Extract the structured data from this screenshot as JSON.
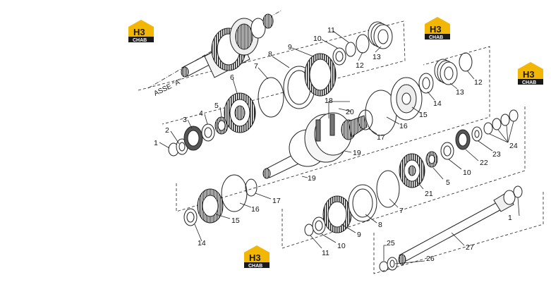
{
  "diagram": {
    "axis_label": "ASSE \"A\"",
    "brand": {
      "mark": "H3",
      "name": "CHAB",
      "color_gold": "#f2b705",
      "color_dark": "#1a1a1a"
    },
    "logos": [
      {
        "id": "logo-1"
      },
      {
        "id": "logo-2"
      },
      {
        "id": "logo-3"
      },
      {
        "id": "logo-4"
      }
    ],
    "callouts": [
      {
        "id": "c1",
        "text": "1"
      },
      {
        "id": "c2",
        "text": "2"
      },
      {
        "id": "c3",
        "text": "3"
      },
      {
        "id": "c4",
        "text": "4"
      },
      {
        "id": "c5",
        "text": "5"
      },
      {
        "id": "c6",
        "text": "6"
      },
      {
        "id": "c7",
        "text": "7"
      },
      {
        "id": "c8",
        "text": "8"
      },
      {
        "id": "c9",
        "text": "9"
      },
      {
        "id": "c10",
        "text": "10"
      },
      {
        "id": "c11",
        "text": "11"
      },
      {
        "id": "c12",
        "text": "12"
      },
      {
        "id": "c13",
        "text": "13"
      },
      {
        "id": "c12b",
        "text": "12"
      },
      {
        "id": "c13b",
        "text": "13"
      },
      {
        "id": "c14",
        "text": "14"
      },
      {
        "id": "c15",
        "text": "15"
      },
      {
        "id": "c16",
        "text": "16"
      },
      {
        "id": "c17",
        "text": "17"
      },
      {
        "id": "c18",
        "text": "18"
      },
      {
        "id": "c20",
        "text": "20"
      },
      {
        "id": "c19",
        "text": "19"
      },
      {
        "id": "c19b",
        "text": "19"
      },
      {
        "id": "c17b",
        "text": "17"
      },
      {
        "id": "c16b",
        "text": "16"
      },
      {
        "id": "c15b",
        "text": "15"
      },
      {
        "id": "c14b",
        "text": "14"
      },
      {
        "id": "c21",
        "text": "21"
      },
      {
        "id": "c5b",
        "text": "5"
      },
      {
        "id": "c10b",
        "text": "10"
      },
      {
        "id": "c22",
        "text": "22"
      },
      {
        "id": "c23",
        "text": "23"
      },
      {
        "id": "c24",
        "text": "24"
      },
      {
        "id": "c7b",
        "text": "7"
      },
      {
        "id": "c8b",
        "text": "8"
      },
      {
        "id": "c9b",
        "text": "9"
      },
      {
        "id": "c10c",
        "text": "10"
      },
      {
        "id": "c11b",
        "text": "11"
      },
      {
        "id": "c1b",
        "text": "1"
      },
      {
        "id": "c27",
        "text": "27"
      },
      {
        "id": "c25",
        "text": "25"
      },
      {
        "id": "c26",
        "text": "26"
      }
    ]
  }
}
